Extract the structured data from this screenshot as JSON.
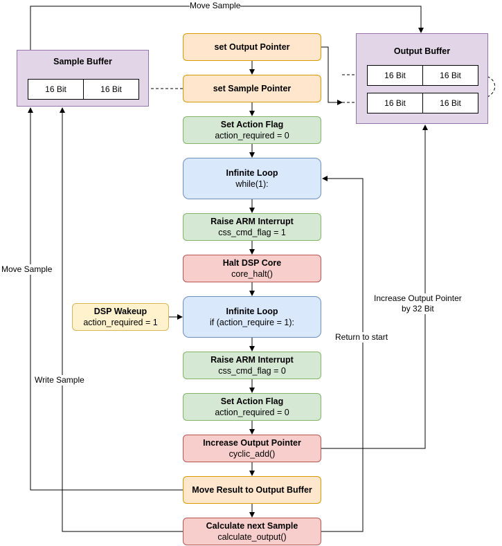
{
  "nodes": {
    "set_output_pointer": {
      "title": "set Output Pointer"
    },
    "set_sample_pointer": {
      "title": "set Sample Pointer"
    },
    "set_action_flag_1": {
      "title": "Set Action Flag",
      "sub": "action_required = 0"
    },
    "infinite_loop_1": {
      "title": "Infinite Loop",
      "sub": "while(1):"
    },
    "raise_arm_interrupt_1": {
      "title": "Raise ARM Interrupt",
      "sub": "css_cmd_flag = 1"
    },
    "halt_dsp_core": {
      "title": "Halt DSP Core",
      "sub": "core_halt()"
    },
    "dsp_wakeup": {
      "title": "DSP Wakeup",
      "sub": "action_required = 1"
    },
    "infinite_loop_2": {
      "title": "Infinite Loop",
      "sub": "if (action_require = 1):"
    },
    "raise_arm_interrupt_2": {
      "title": "Raise ARM Interrupt",
      "sub": "css_cmd_flag = 0"
    },
    "set_action_flag_2": {
      "title": "Set Action Flag",
      "sub": "action_required = 0"
    },
    "increase_output_pointer": {
      "title": "Increase Output Pointer",
      "sub": "cyclic_add()"
    },
    "move_result": {
      "title": "Move Result to Output Buffer"
    },
    "calculate_next_sample": {
      "title": "Calculate next Sample",
      "sub": "calculate_output()"
    }
  },
  "sample_buffer": {
    "title": "Sample Buffer",
    "cells": [
      "16 Bit",
      "16 Bit"
    ]
  },
  "output_buffer": {
    "title": "Output Buffer",
    "rows": [
      [
        "16 Bit",
        "16 Bit"
      ],
      [
        "16 Bit",
        "16 Bit"
      ]
    ]
  },
  "edge_labels": {
    "move_sample_top": "Move Sample",
    "move_sample_left": "Move Sample",
    "write_sample": "Write Sample",
    "return_to_start": "Return to start",
    "increase_output_pointer_line1": "Increase Output Pointer",
    "increase_output_pointer_line2": "by 32 Bit"
  },
  "colors": {
    "orange_fill": "#ffe6cc",
    "green_fill": "#d5e8d4",
    "blue_fill": "#dae8fc",
    "red_fill": "#f8cecc",
    "yellow_fill": "#fff2cc",
    "purple_fill": "#e1d5e7"
  }
}
